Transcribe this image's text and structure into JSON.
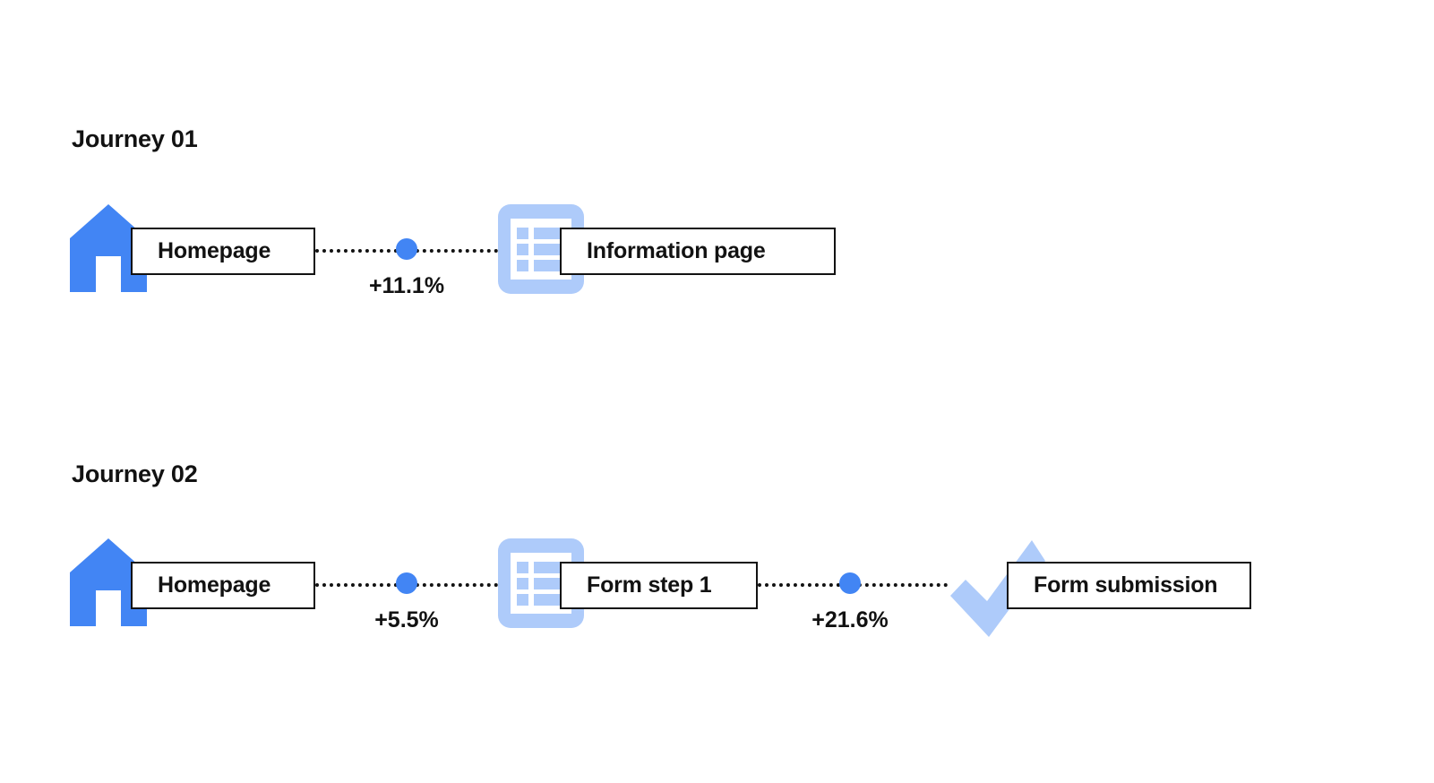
{
  "page": {
    "background": "#ffffff",
    "text_color": "#121212",
    "accent_blue": "#4285f4",
    "accent_blue_light": "#aecbfa"
  },
  "journeys": [
    {
      "title": "Journey 01",
      "steps": [
        {
          "label": "Homepage",
          "icon": "home-icon"
        },
        {
          "label": "Information page",
          "icon": "list-document-icon"
        }
      ],
      "transitions": [
        {
          "value": "+11.1%"
        }
      ]
    },
    {
      "title": "Journey 02",
      "steps": [
        {
          "label": "Homepage",
          "icon": "home-icon"
        },
        {
          "label": "Form step 1",
          "icon": "list-document-icon"
        },
        {
          "label": "Form submission",
          "icon": "checkmark-icon"
        }
      ],
      "transitions": [
        {
          "value": "+5.5%"
        },
        {
          "value": "+21.6%"
        }
      ]
    }
  ]
}
